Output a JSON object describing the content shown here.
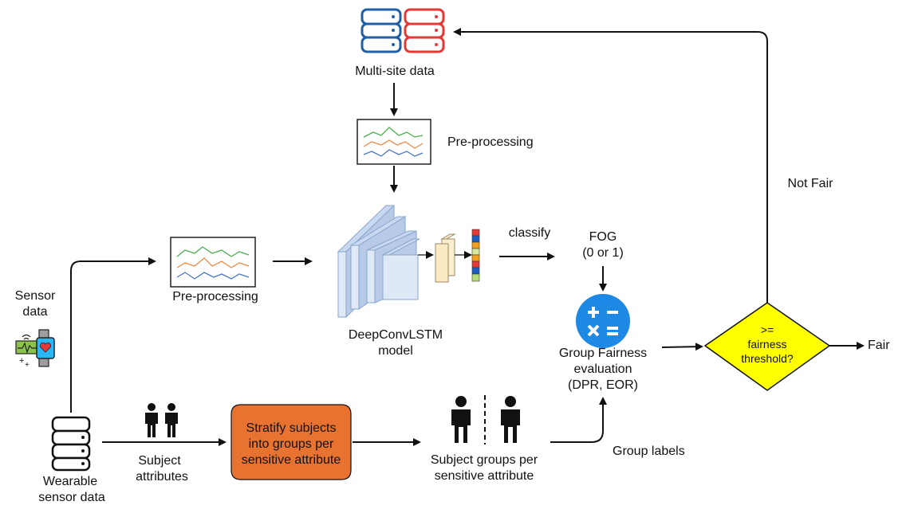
{
  "labels": {
    "multi_site_data": "Multi-site data",
    "pre_processing_top": "Pre-processing",
    "pre_processing_mid": "Pre-processing",
    "classify": "classify",
    "fog_line1": "FOG",
    "fog_line2": "(0 or 1)",
    "model_line1": "DeepConvLSTM",
    "model_line2": "model",
    "group_fairness_line1": "Group Fairness",
    "group_fairness_line2": "evaluation",
    "group_fairness_line3": "(DPR, EOR)",
    "threshold_line1": ">=",
    "threshold_line2": "fairness",
    "threshold_line3": "threshold?",
    "not_fair": "Not Fair",
    "fair": "Fair",
    "sensor_data_line1": "Sensor",
    "sensor_data_line2": "data",
    "wearable_line1": "Wearable",
    "wearable_line2": "sensor data",
    "subject_attr_line1": "Subject",
    "subject_attr_line2": "attributes",
    "stratify_line1": "Stratify subjects",
    "stratify_line2": "into groups per",
    "stratify_line3": "sensitive attribute",
    "subject_groups_line1": "Subject groups per",
    "subject_groups_line2": "sensitive attribute",
    "group_labels": "Group labels"
  },
  "colors": {
    "db_blue": "#1f5fa8",
    "db_red": "#e53935",
    "stratify_fill": "#e87330",
    "decision_fill": "#ffff00",
    "calc_blue": "#1e88e5",
    "line_green": "#4caf50",
    "line_orange": "#ef8a45",
    "line_blue": "#4a78c8"
  },
  "icons": {
    "multi_site": "database-icon-pair",
    "wearable": "smartwatch-icon",
    "people": "person-pair-icon",
    "calculator": "calculator-icon"
  }
}
